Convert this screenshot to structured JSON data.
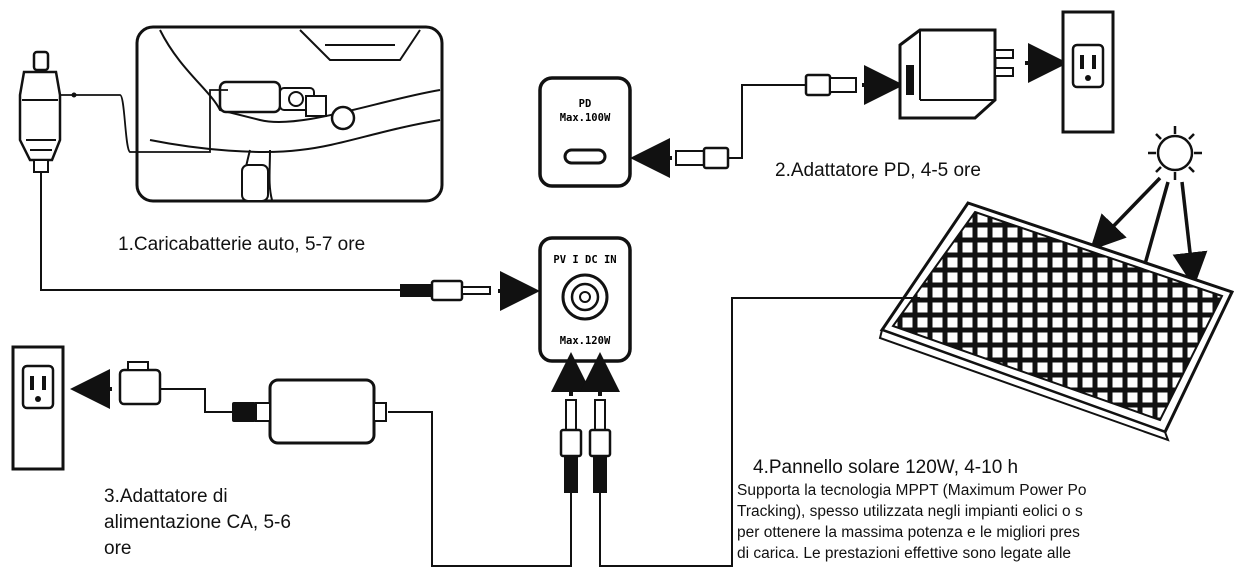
{
  "ports": {
    "pd_label": "PD",
    "pd_max": "Max.100W",
    "pv_label": "PV I DC IN",
    "pv_max": "Max.120W"
  },
  "methods": {
    "car": "1.Caricabatterie auto, 5-7 ore",
    "pd": "2.Adattatore PD, 4-5 ore",
    "ac_line1": "3.Adattatore di",
    "ac_line2": "alimentazione CA, 5-6",
    "ac_line3": "ore",
    "solar_title": "4.Pannello solare 120W, 4-10 h",
    "solar_desc_1": "Supporta la tecnologia MPPT (Maximum Power Po",
    "solar_desc_2": "Tracking), spesso utilizzata negli impianti eolici o s",
    "solar_desc_3": "per ottenere la massima potenza e le migliori pres",
    "solar_desc_4": "di carica. Le prestazioni effettive sono legate alle"
  },
  "icons": [
    "car-interior-illustration",
    "car-charger-plug-icon",
    "pd-wall-adapter-icon",
    "wall-outlet-icon",
    "sun-icon",
    "solar-panel-icon",
    "ac-power-brick-icon",
    "dc-plug-icon",
    "usb-c-plug-icon"
  ]
}
